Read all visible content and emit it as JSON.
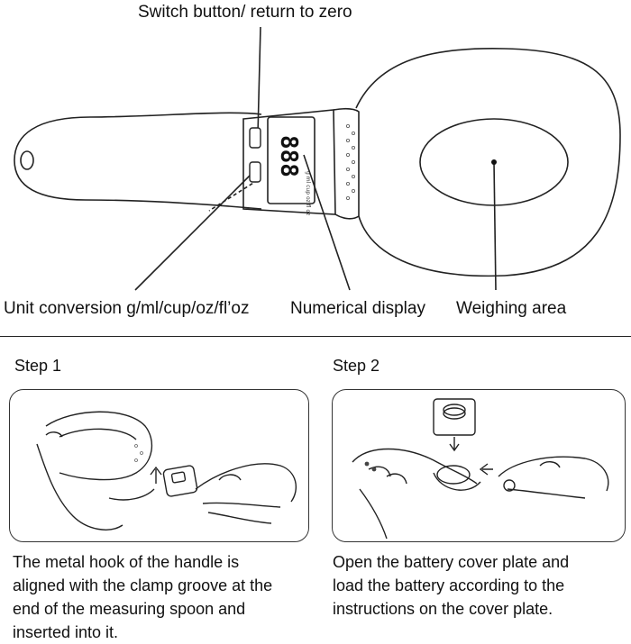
{
  "title_label": "Switch button/ return to zero",
  "labels": {
    "unit_conversion": "Unit conversion g/ml/cup/oz/fl’oz",
    "numerical_display": "Numerical display",
    "weighing_area": "Weighing area"
  },
  "display": {
    "digits": "888",
    "unit_text": "g ml cup oz fl oz"
  },
  "steps": [
    {
      "title": "Step 1",
      "lines": [
        "The metal hook of the handle is",
        "aligned with the clamp groove at the",
        "end of the measuring spoon and",
        "inserted into it."
      ]
    },
    {
      "title": "Step 2",
      "lines": [
        "Open the battery cover plate and",
        "load the battery according to the",
        "instructions on the cover plate."
      ]
    }
  ]
}
